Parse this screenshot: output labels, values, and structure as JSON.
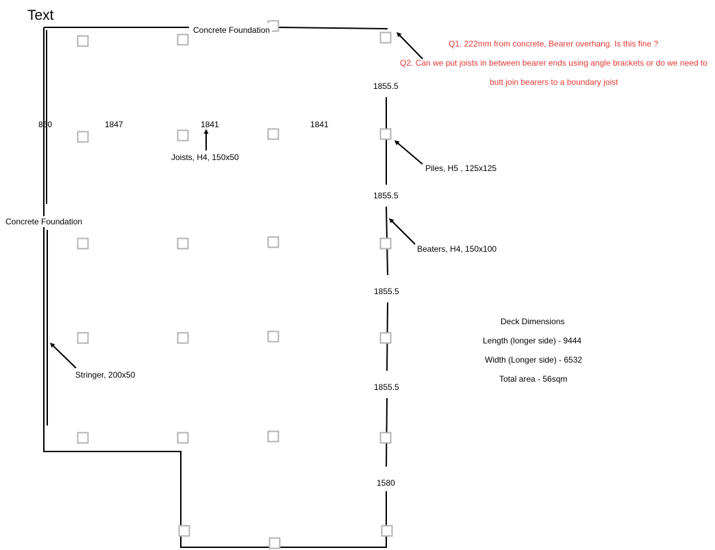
{
  "title": "Text",
  "colors": {
    "line": "#000000",
    "pile": "#b3b3b3",
    "question": "#e53935"
  },
  "labels": {
    "concrete_top": "Concrete Foundation",
    "concrete_left": "Concrete Foundation",
    "joists": "Joists, H4, 150x50",
    "piles": "Piles, H5 , 125x125",
    "bearers": "Beaters, H4,  150x100",
    "stringer": "Stringer, 200x50"
  },
  "spacings": {
    "horizontal": [
      "860",
      "1847",
      "1841",
      "1841"
    ],
    "vertical": [
      "1855.5",
      "1855.5",
      "1855.5",
      "1855.5",
      "1580"
    ]
  },
  "questions": {
    "q1": "Q1.  222mm from concrete, Bearer overhang. Is this fine ?",
    "q2_line1": "Q2. Can we put joists in between bearer ends using angle brackets or do we need to",
    "q2_line2": "butt join bearers to a boundary joist"
  },
  "deck": {
    "heading": "Deck Dimensions",
    "length": "Length (longer side) -  9444",
    "width": "Width (Longer side) - 6532",
    "area": "Total area - 56sqm"
  },
  "icons": {
    "pile": "square-pile-icon",
    "arrow": "arrow-icon"
  }
}
